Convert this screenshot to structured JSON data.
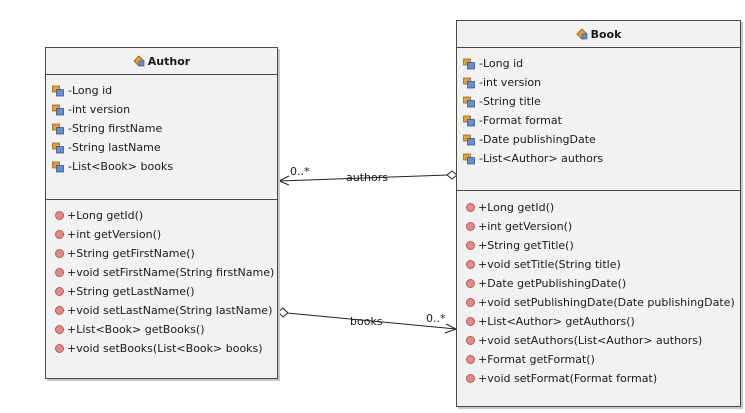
{
  "diagram": {
    "classes": {
      "author": {
        "name": "Author",
        "attributes": [
          "-Long id",
          "-int version",
          "-String firstName",
          "-String lastName",
          "-List<Book> books"
        ],
        "operations": [
          "+Long getId()",
          "+int getVersion()",
          "+String getFirstName()",
          "+void setFirstName(String firstName)",
          "+String getLastName()",
          "+void setLastName(String lastName)",
          "+List<Book> getBooks()",
          "+void setBooks(List<Book> books)"
        ]
      },
      "book": {
        "name": "Book",
        "attributes": [
          "-Long id",
          "-int version",
          "-String title",
          "-Format format",
          "-Date publishingDate",
          "-List<Author> authors"
        ],
        "operations": [
          "+Long getId()",
          "+int getVersion()",
          "+String getTitle()",
          "+void setTitle(String title)",
          "+Date getPublishingDate()",
          "+void setPublishingDate(Date publishingDate)",
          "+List<Author> getAuthors()",
          "+void setAuthors(List<Author> authors)",
          "+Format getFormat()",
          "+void setFormat(Format format)"
        ]
      }
    },
    "associations": {
      "authors": {
        "label": "authors",
        "multiplicity": "0..*"
      },
      "books": {
        "label": "books",
        "multiplicity": "0..*"
      }
    }
  },
  "colors": {
    "class_fill": "#f2f2f2",
    "border": "#4a4a4a",
    "operation_icon": "#e08a8a",
    "attribute_icon_blue": "#6a8fc8",
    "attribute_icon_orange": "#e0a040"
  }
}
